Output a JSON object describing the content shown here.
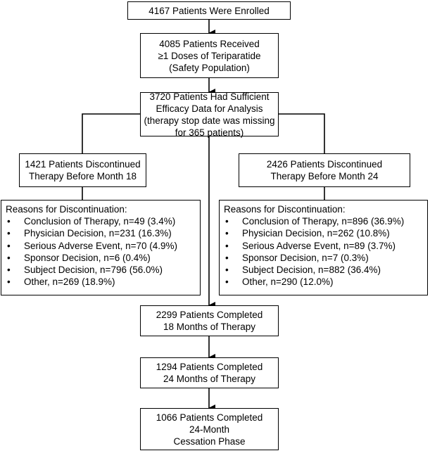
{
  "enrolled": {
    "lines": [
      "4167 Patients Were Enrolled"
    ]
  },
  "received": {
    "lines": [
      "4085 Patients Received",
      "≥1 Doses of Teriparatide",
      "(Safety Population)"
    ]
  },
  "efficacy": {
    "lines": [
      "3720 Patients Had Sufficient",
      "Efficacy Data for Analysis",
      "(therapy stop date was missing",
      "for 365 patients)"
    ]
  },
  "disc18": {
    "lines": [
      "1421 Patients Discontinued",
      "Therapy Before Month 18"
    ]
  },
  "disc24": {
    "lines": [
      "2426 Patients Discontinued",
      "Therapy Before Month 24"
    ]
  },
  "reasons18": {
    "title": "Reasons for Discontinuation:",
    "items": [
      "Conclusion of Therapy, n=49 (3.4%)",
      "Physician Decision, n=231 (16.3%)",
      "Serious Adverse Event, n=70 (4.9%)",
      "Sponsor Decision, n=6 (0.4%)",
      "Subject Decision, n=796 (56.0%)",
      "Other, n=269 (18.9%)"
    ]
  },
  "reasons24": {
    "title": "Reasons for Discontinuation:",
    "items": [
      "Conclusion of Therapy, n=896 (36.9%)",
      "Physician Decision, n=262 (10.8%)",
      "Serious Adverse Event, n=89 (3.7%)",
      "Sponsor Decision, n=7 (0.3%)",
      "Subject Decision, n=882 (36.4%)",
      "Other, n=290 (12.0%)"
    ]
  },
  "completed18": {
    "lines": [
      "2299 Patients Completed",
      "18 Months of Therapy"
    ]
  },
  "completed24": {
    "lines": [
      "1294 Patients Completed",
      "24 Months of Therapy"
    ]
  },
  "cessation": {
    "lines": [
      "1066 Patients Completed",
      "24-Month",
      "Cessation Phase"
    ]
  },
  "bullet": "•"
}
